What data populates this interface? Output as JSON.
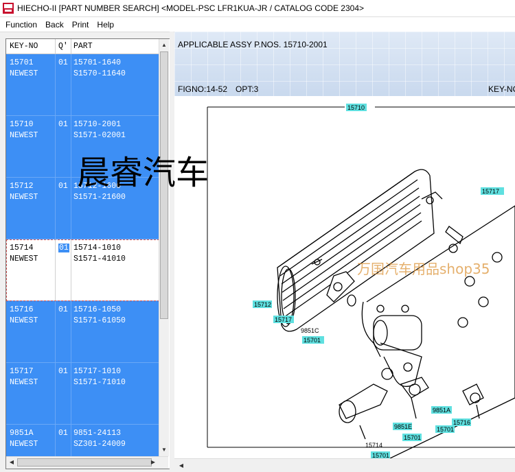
{
  "window": {
    "title": "HIECHO-II [PART NUMBER SEARCH] <MODEL-PSC LFR1KUA-JR  / CATALOG CODE  2304>"
  },
  "menu": [
    "Function",
    "Back",
    "Print",
    "Help"
  ],
  "list": {
    "headers": {
      "key": "KEY-NO",
      "qty": "Q'",
      "part": "PART"
    },
    "rows": [
      {
        "key": "15701",
        "key2": "NEWEST",
        "qty": "01",
        "part": "15701-1640",
        "part2": "S1570-11640"
      },
      {
        "key": "15710",
        "key2": "NEWEST",
        "qty": "01",
        "part": "15710-2001",
        "part2": "S1571-02001"
      },
      {
        "key": "15712",
        "key2": "NEWEST",
        "qty": "01",
        "part": "15712-1600",
        "part2": "S1571-21600"
      },
      {
        "key": "15714",
        "key2": "NEWEST",
        "qty": "01",
        "part": "15714-1010",
        "part2": "S1571-41010"
      },
      {
        "key": "15716",
        "key2": "NEWEST",
        "qty": "01",
        "part": "15716-1050",
        "part2": "S1571-61050"
      },
      {
        "key": "15717",
        "key2": "NEWEST",
        "qty": "01",
        "part": "15717-1010",
        "part2": "S1571-71010"
      },
      {
        "key": "9851A",
        "key2": "NEWEST",
        "qty": "01",
        "part": "9851-24113",
        "part2": "SZ301-24009"
      }
    ]
  },
  "info": {
    "assy": "APPLICABLE ASSY P.NOS. 15710-2001",
    "figno": "FIGNO:14-52",
    "opt": "OPT:3",
    "keyno": "KEY-NO"
  },
  "diagram_labels": [
    "15710",
    "15717",
    "15712",
    "15717",
    "9851C",
    "15701",
    "15714",
    "15701",
    "9851E",
    "15701",
    "9851A",
    "15716",
    "15701"
  ],
  "watermark": "晨睿汽车",
  "watermark2": "万国汽车用品shop35",
  "colors": {
    "row_bg": "#3d8ff5",
    "label_bg": "#5fe0e0",
    "selection_outline": "#d05050"
  }
}
